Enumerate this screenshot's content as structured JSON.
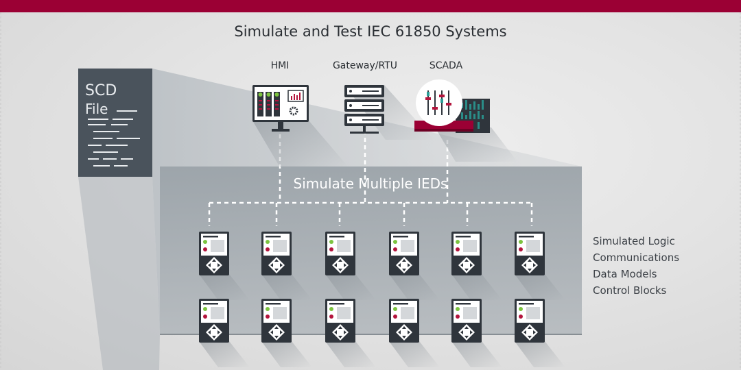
{
  "diagram": {
    "title": "Simulate and Test IEC 61850 Systems",
    "scd": {
      "line1": "SCD",
      "line2": "File"
    },
    "systems": [
      {
        "label": "HMI",
        "icon": "hmi-monitor-icon"
      },
      {
        "label": "Gateway/RTU",
        "icon": "server-stack-icon"
      },
      {
        "label": "SCADA",
        "icon": "scada-sliders-icon"
      }
    ],
    "ied_area_label": "Simulate Multiple IEDs",
    "features": [
      "Simulated Logic",
      "Communications",
      "Data Models",
      "Control Blocks"
    ],
    "ied_icon": "ied-device-icon"
  },
  "colors": {
    "brand": "#9b0034",
    "dark": "#2f353c",
    "panel": "#4a535c",
    "led_green": "#7cc33f",
    "led_red": "#b3143c",
    "accent_teal": "#2a9d96"
  }
}
